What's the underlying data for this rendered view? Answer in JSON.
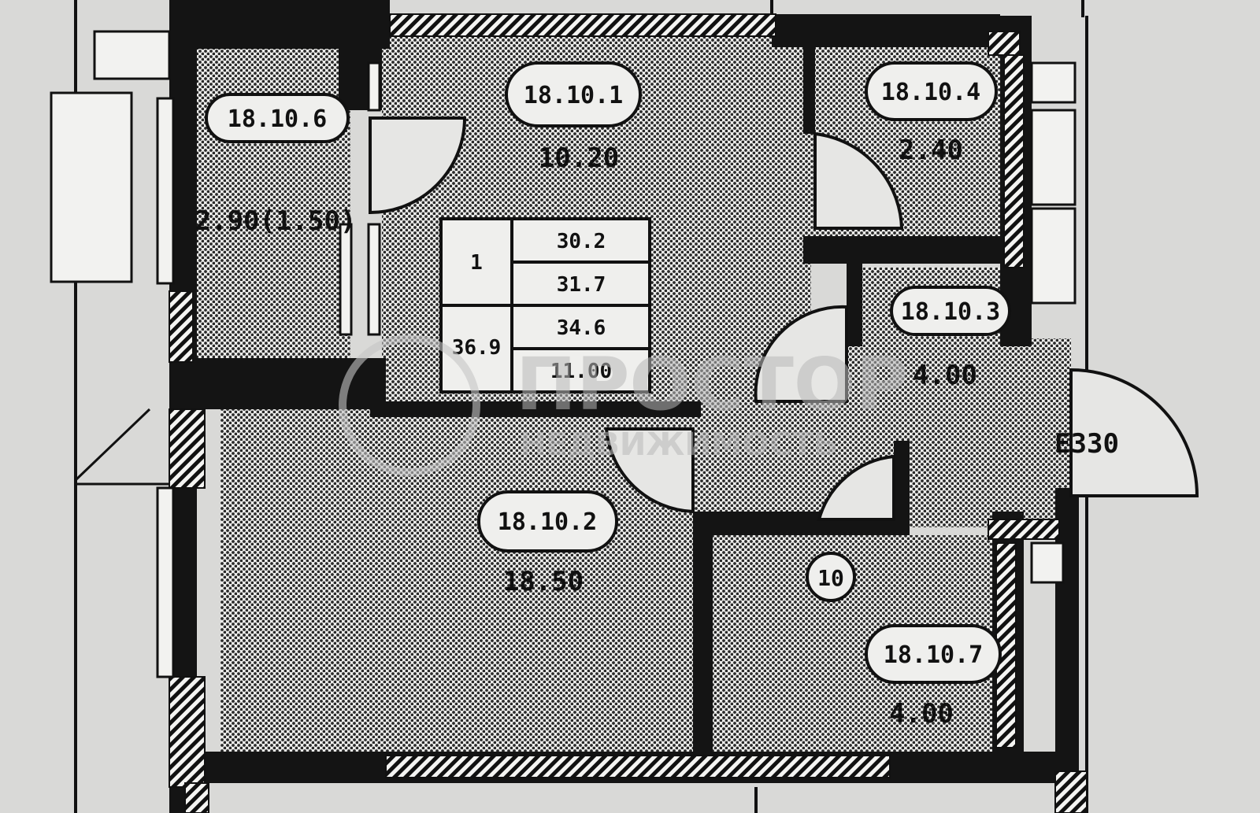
{
  "rooms": [
    {
      "id": "kitchen",
      "tag": "18.10.1",
      "area": "10.20"
    },
    {
      "id": "wc",
      "tag": "18.10.4",
      "area": "2.40"
    },
    {
      "id": "loggia",
      "tag": "18.10.6",
      "area": "2.90(1.50)"
    },
    {
      "id": "hall",
      "tag": "18.10.3",
      "area": "4.00"
    },
    {
      "id": "living-room",
      "tag": "18.10.2",
      "area": "18.50"
    },
    {
      "id": "bathroom",
      "tag": "18.10.7",
      "area": "4.00"
    }
  ],
  "summary_table": {
    "rooms_count": "1",
    "values": [
      "30.2",
      "31.7",
      "36.9",
      "34.6",
      "11.00"
    ]
  },
  "apartment_number": "10",
  "dimension_label": "E330",
  "watermark": {
    "brand": "ПРОСТОР",
    "tagline": "НЕДВИЖИМОСТЬ"
  }
}
